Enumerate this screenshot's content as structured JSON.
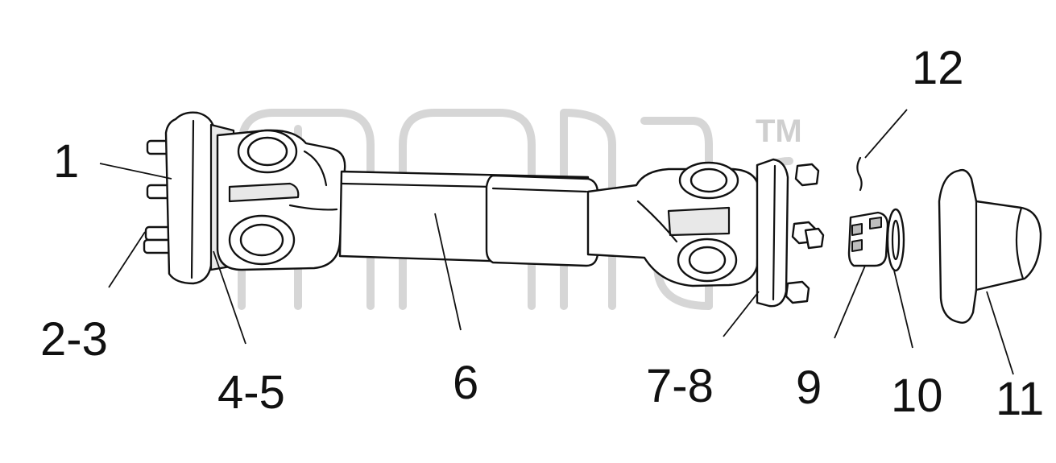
{
  "diagram": {
    "trademark": "TM",
    "callouts": [
      {
        "id": "c1",
        "label": "1"
      },
      {
        "id": "c2",
        "label": "2-3"
      },
      {
        "id": "c3",
        "label": "4-5"
      },
      {
        "id": "c4",
        "label": "6"
      },
      {
        "id": "c5",
        "label": "7-8"
      },
      {
        "id": "c6",
        "label": "9"
      },
      {
        "id": "c7",
        "label": "10"
      },
      {
        "id": "c8",
        "label": "11"
      },
      {
        "id": "c9",
        "label": "12"
      }
    ]
  }
}
